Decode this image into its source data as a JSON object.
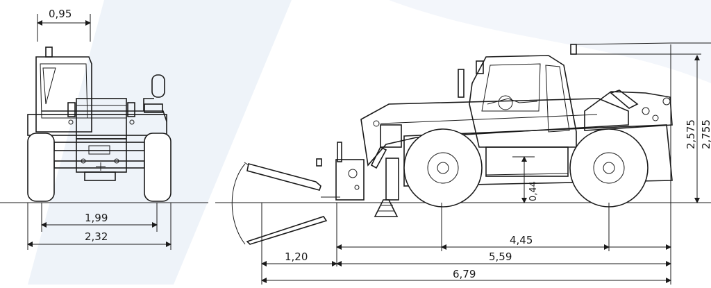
{
  "colors": {
    "background": "#ffffff",
    "watermark": "#eef3f9",
    "ink": "#1a1a1a"
  },
  "front_view": {
    "dims": {
      "top_width": "0,95",
      "track_width": "1,99",
      "overall_width": "2,32"
    }
  },
  "side_view": {
    "dims": {
      "overall_height": "2,755",
      "cab_height": "2,575",
      "ground_clearance": "0,44",
      "wheelbase": "4,45",
      "front_to_rear": "5,59",
      "fork_length": "1,20",
      "overall_length": "6,79"
    }
  }
}
